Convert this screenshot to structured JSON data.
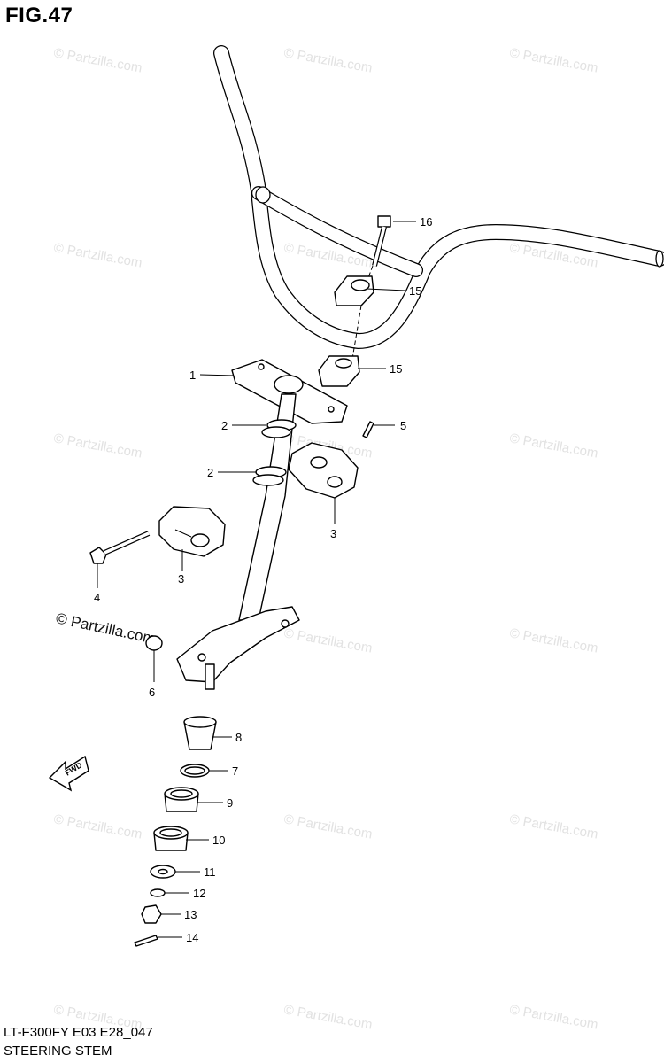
{
  "figure": {
    "title": "FIG.47",
    "code": "LT-F300FY E03 E28_047",
    "name": "STEERING STEM"
  },
  "watermark": {
    "text": "© Partzilla.com",
    "main_text": "© Partzilla.com"
  },
  "fwd_arrow_label": "FWD",
  "callouts": {
    "c1": "1",
    "c2a": "2",
    "c2b": "2",
    "c3a": "3",
    "c3b": "3",
    "c4": "4",
    "c5": "5",
    "c6": "6",
    "c7": "7",
    "c8": "8",
    "c9": "9",
    "c10": "10",
    "c11": "11",
    "c12": "12",
    "c13": "13",
    "c14": "14",
    "c15a": "15",
    "c15b": "15",
    "c16": "16"
  }
}
